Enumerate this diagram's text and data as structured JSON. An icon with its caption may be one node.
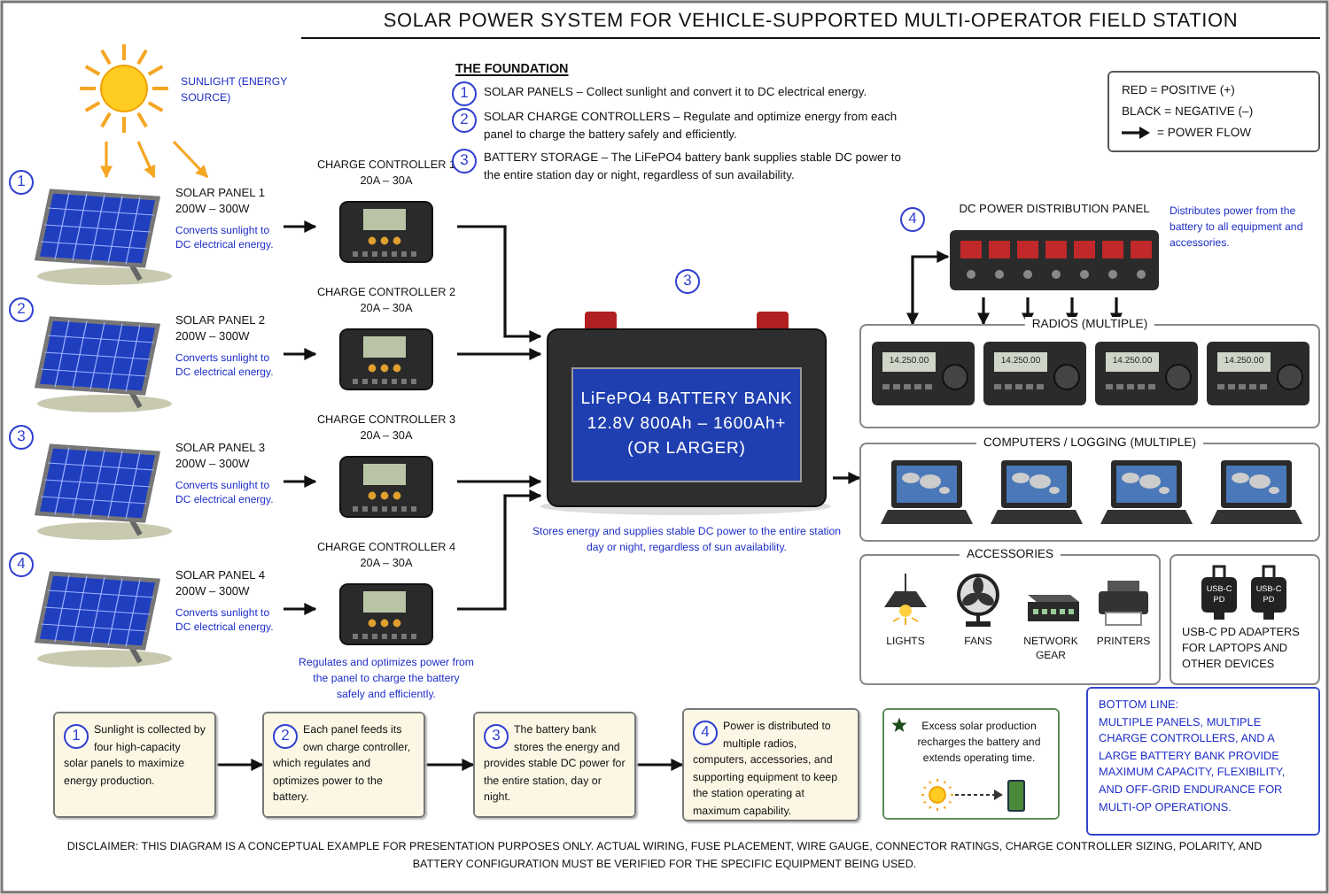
{
  "diagram": {
    "title": "SOLAR POWER SYSTEM FOR VEHICLE-SUPPORTED MULTI-OPERATOR FIELD STATION",
    "caption": "DISCLAIMER: THIS DIAGRAM IS A CONCEPTUAL EXAMPLE FOR PRESENTATION PURPOSES ONLY. ACTUAL WIRING, FUSE PLACEMENT, WIRE GAUGE, CONNECTOR RATINGS, CHARGE CONTROLLER SIZING, POLARITY, AND BATTERY CONFIGURATION MUST BE VERIFIED FOR THE SPECIFIC EQUIPMENT BEING USED.",
    "nodes": [
      {
        "text": [],
        "shape": "picture",
        "beside": [
          "SUNLIGHT (ENERGY SOURCE)"
        ]
      },
      {
        "text": [
          "SOLAR PANEL 1",
          "200W – 300W",
          "Converts sunlight to DC electrical energy."
        ],
        "beside": [
          "1"
        ]
      },
      {
        "text": [
          "SOLAR PANEL 2",
          "200W – 300W",
          "Converts sunlight to DC electrical energy."
        ],
        "beside": [
          "2"
        ]
      },
      {
        "text": [
          "SOLAR PANEL 3",
          "200W – 300W",
          "Converts sunlight to DC electrical energy."
        ],
        "beside": [
          "3"
        ]
      },
      {
        "text": [
          "SOLAR PANEL 4",
          "200W – 300W",
          "Converts sunlight to DC electrical energy."
        ],
        "beside": [
          "4"
        ]
      },
      {
        "text": [
          "CHARGE CONTROLLER 1",
          "20A – 30A"
        ]
      },
      {
        "text": [
          "CHARGE CONTROLLER 2",
          "20A – 30A"
        ]
      },
      {
        "text": [
          "CHARGE CONTROLLER 3",
          "20A – 30A"
        ]
      },
      {
        "text": [
          "CHARGE CONTROLLER 4",
          "20A – 30A"
        ],
        "beside": [
          "Regulates and optimizes power from the panel to charge the battery safely and efficiently."
        ]
      },
      {
        "text": [
          "LiFePO4 BATTERY BANK",
          "12.8V 800Ah – 1600Ah+",
          "(OR LARGER)"
        ],
        "beside": [
          "3",
          "Stores energy and supplies stable DC power to the entire station day or night, regardless of sun availability."
        ]
      },
      {
        "text": [
          "DC POWER DISTRIBUTION PANEL"
        ],
        "beside": [
          "4",
          "Distributes power from the battery to all equipment and accessories."
        ]
      },
      {
        "text": [
          "RADIOS (MULTIPLE)"
        ]
      },
      {
        "text": [
          "COMPUTERS / LOGGING (MULTIPLE)"
        ]
      },
      {
        "text": [
          "ACCESSORIES"
        ]
      },
      {
        "text": [
          "LIGHTS"
        ],
        "in": 13
      },
      {
        "text": [
          "FANS"
        ],
        "in": 13
      },
      {
        "text": [
          "NETWORK GEAR"
        ],
        "in": 13
      },
      {
        "text": [
          "PRINTERS"
        ],
        "in": 13
      },
      {
        "text": [
          "USB-C PD ADAPTERS FOR LAPTOPS AND OTHER DEVICES"
        ]
      },
      {
        "text": [
          "1",
          "Sunlight is collected by four high-capacity solar panels to maximize energy production."
        ]
      },
      {
        "text": [
          "2",
          "Each panel feeds its own charge controller, which regulates and optimizes power to the battery."
        ]
      },
      {
        "text": [
          "3",
          "The battery bank stores the energy and provides stable DC power for the entire station, day or night."
        ]
      },
      {
        "text": [
          "4",
          "Power is distributed to multiple radios, computers, accessories, and supporting equipment to keep the station operating at maximum capability."
        ]
      },
      {
        "text": [
          "Excess solar production recharges the battery and extends operating time."
        ]
      },
      {
        "text": [
          "BOTTOM LINE:",
          "MULTIPLE PANELS, MULTIPLE CHARGE CONTROLLERS, AND A LARGE BATTERY BANK PROVIDE MAXIMUM CAPACITY, FLEXIBILITY, AND OFF-GRID ENDURANCE FOR MULTI-OP OPERATIONS."
        ]
      }
    ],
    "edges": [
      {
        "from": 0,
        "to": 1,
        "arrow": "to",
        "color": "#f5a623"
      },
      {
        "from": 0,
        "to": 1,
        "arrow": "to",
        "color": "#f5a623"
      },
      {
        "from": 0,
        "to": 1,
        "arrow": "to",
        "color": "#f5a623"
      },
      {
        "from": 1,
        "to": 5,
        "arrow": "to"
      },
      {
        "from": 2,
        "to": 6,
        "arrow": "to"
      },
      {
        "from": 3,
        "to": 7,
        "arrow": "to"
      },
      {
        "from": 4,
        "to": 8,
        "arrow": "to"
      },
      {
        "from": 5,
        "to": 9,
        "arrow": "to"
      },
      {
        "from": 6,
        "to": 9,
        "arrow": "to"
      },
      {
        "from": 7,
        "to": 9,
        "arrow": "to"
      },
      {
        "from": 8,
        "to": 9,
        "arrow": "to"
      },
      {
        "from": 9,
        "to": 12,
        "arrow": "to"
      },
      {
        "from": 11,
        "to": 10,
        "arrow": "both"
      },
      {
        "from": 10,
        "to": 11,
        "arrow": "to"
      },
      {
        "from": 10,
        "to": 11,
        "arrow": "to"
      },
      {
        "from": 10,
        "to": 11,
        "arrow": "to"
      },
      {
        "from": 10,
        "to": 11,
        "arrow": "to"
      },
      {
        "from": 19,
        "to": 20,
        "arrow": "to"
      },
      {
        "from": 20,
        "to": 21,
        "arrow": "to"
      },
      {
        "from": 21,
        "to": 22,
        "arrow": "to"
      }
    ],
    "labels": [
      "THE FOUNDATION",
      "1",
      "SOLAR PANELS – Collect sunlight and convert it to DC electrical energy.",
      "2",
      "SOLAR CHARGE CONTROLLERS – Regulate and optimize energy from each panel to charge the battery safely and efficiently.",
      "3",
      "BATTERY STORAGE – The LiFePO4 battery bank supplies stable DC power to the entire station day or night, regardless of sun availability.",
      "14.250.00",
      "14.250.00",
      "14.250.00",
      "14.250.00",
      "USB-C PD",
      "USB-C PD"
    ],
    "legend": [
      {
        "text": "RED = POSITIVE (+)"
      },
      {
        "text": "BLACK = NEGATIVE (–)"
      },
      {
        "text": "= POWER FLOW"
      }
    ]
  }
}
